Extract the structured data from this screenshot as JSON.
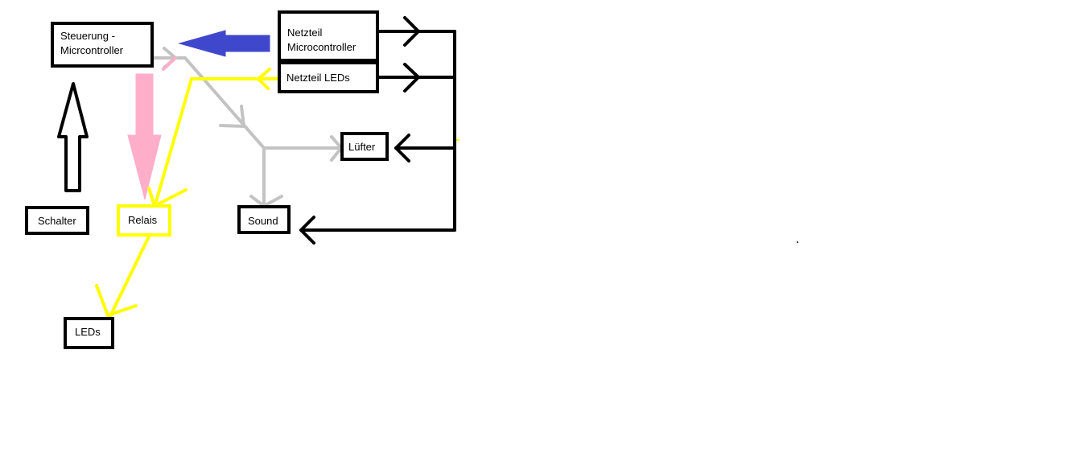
{
  "boxes": {
    "steuerung": {
      "line1": "Steuerung -",
      "line2": "Micrcontroller"
    },
    "netzteil_mc": {
      "line1": "Netzteil",
      "line2": "Microcontroller"
    },
    "netzteil_leds": "Netzteil LEDs",
    "luefter": "Lüfter",
    "schalter": "Schalter",
    "relais": "Relais",
    "sound": "Sound",
    "leds": "LEDs"
  },
  "colors": {
    "power": "#000000",
    "led_power": "#ffff00",
    "control_signal": "#ff99cc",
    "mc_supply": "#3f48cc",
    "mc_outputs": "#c3c3c3"
  }
}
